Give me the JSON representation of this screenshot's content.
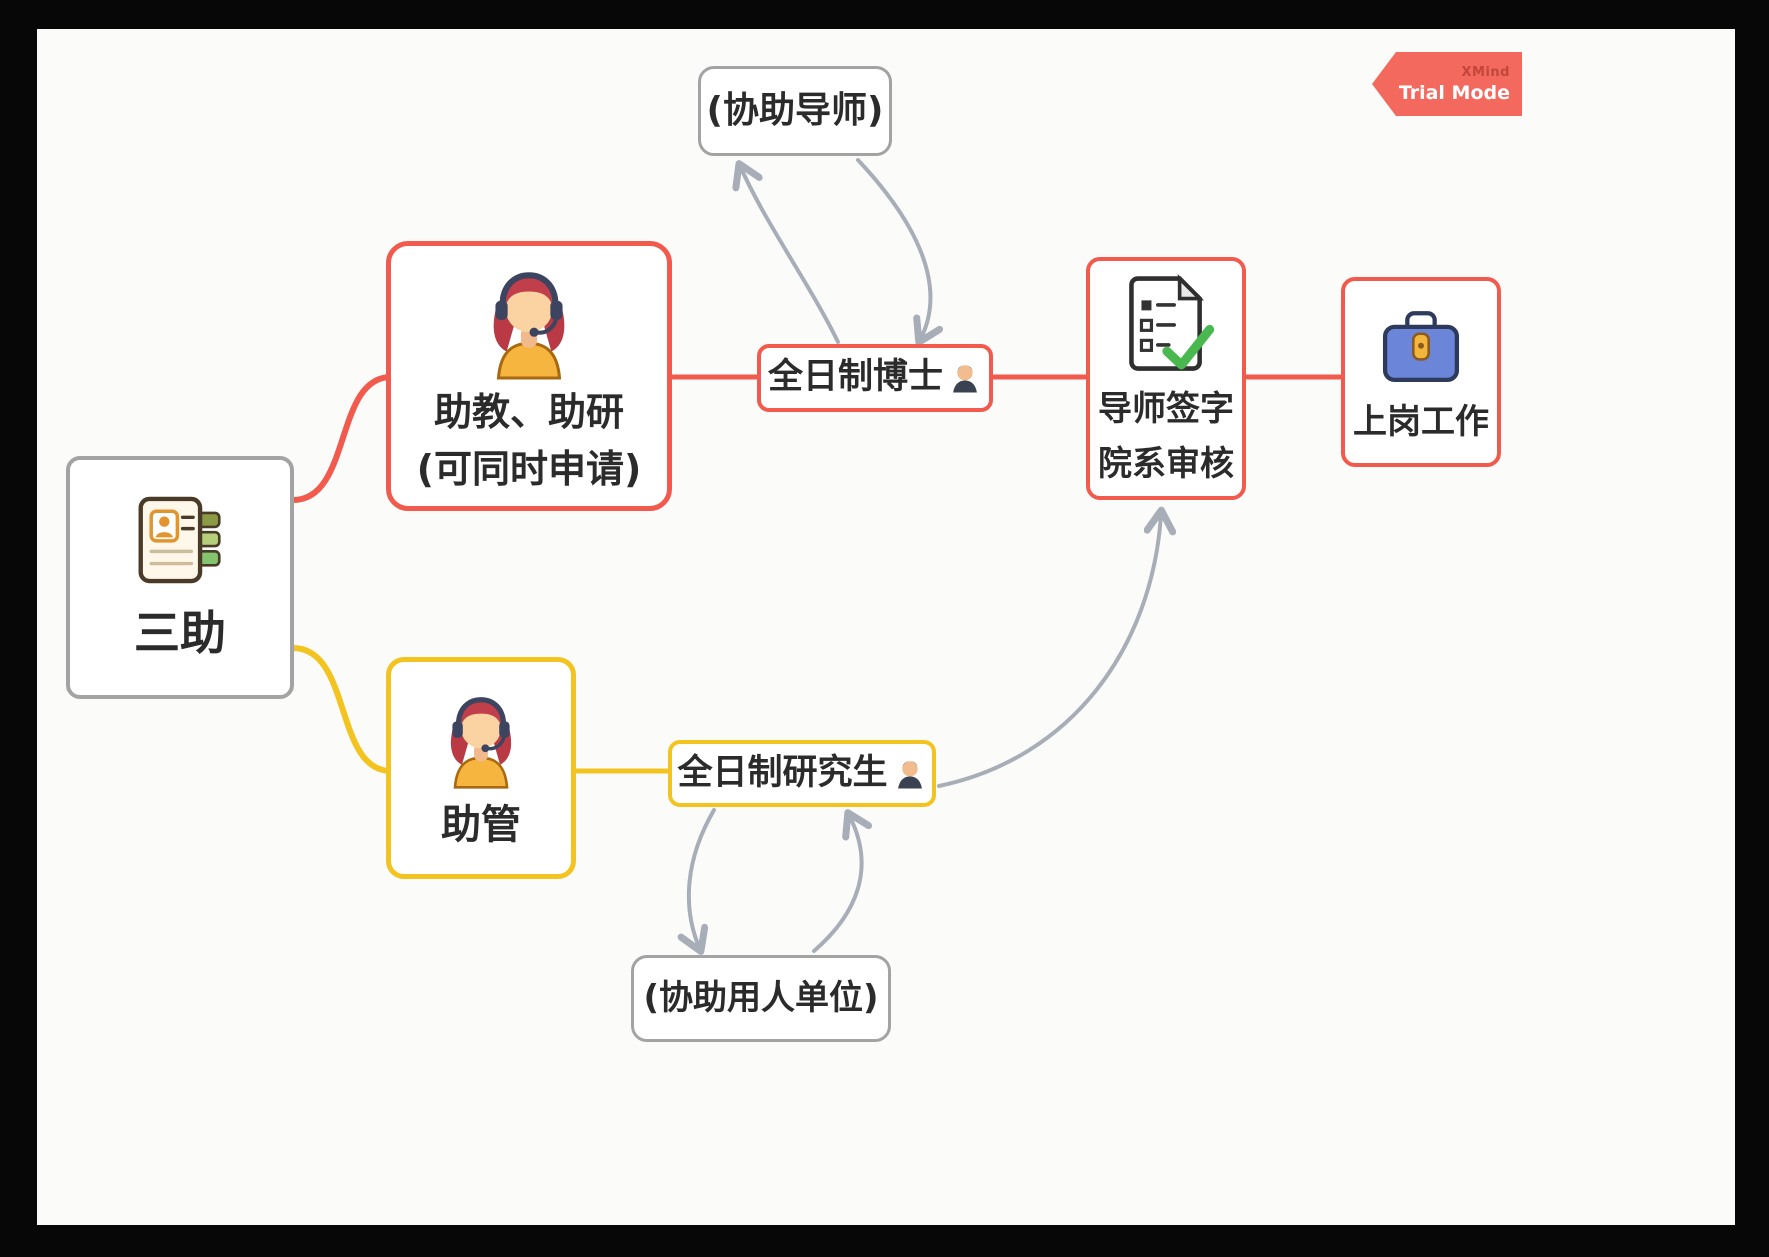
{
  "badge": {
    "brand": "XMind",
    "mode": "Trial Mode"
  },
  "colors": {
    "red": "#f15a4d",
    "yellow": "#f3c41f",
    "gray_border": "#a3a3a3",
    "arrow": "#a8aeb8",
    "text": "#2b2b2b",
    "canvas": "#fbfbfa",
    "badge_bg": "#f4695e"
  },
  "nodes": {
    "root": {
      "label": "三助",
      "icon": "id-card-icon"
    },
    "ta_ra": {
      "line1": "助教、助研",
      "line2": "(可同时申请)",
      "icon": "assistant-headset-icon"
    },
    "assist_supervisor": {
      "label": "(协助导师)"
    },
    "fulltime_phd": {
      "label": "全日制博士",
      "icon": "person-silhouette-icon"
    },
    "review": {
      "line1": "导师签字",
      "line2": "院系审核",
      "icon": "checklist-icon"
    },
    "start_work": {
      "label": "上岗工作",
      "icon": "briefcase-icon"
    },
    "admin": {
      "label": "助管",
      "icon": "assistant-headset-icon"
    },
    "fulltime_grad": {
      "label": "全日制研究生",
      "icon": "person-silhouette-icon"
    },
    "assist_employer": {
      "label": "(协助用人单位)"
    }
  },
  "edges": [
    {
      "from": "三助",
      "to": "助教、助研 (可同时申请)",
      "color": "red",
      "style": "curve"
    },
    {
      "from": "三助",
      "to": "助管",
      "color": "yellow",
      "style": "curve"
    },
    {
      "from": "助教、助研 (可同时申请)",
      "to": "全日制博士",
      "color": "red",
      "style": "line"
    },
    {
      "from": "全日制博士",
      "to": "导师签字 院系审核",
      "color": "red",
      "style": "line"
    },
    {
      "from": "导师签字 院系审核",
      "to": "上岗工作",
      "color": "red",
      "style": "line"
    },
    {
      "from": "助管",
      "to": "全日制研究生",
      "color": "yellow",
      "style": "line"
    },
    {
      "from": "全日制博士",
      "to": "(协助导师)",
      "color": "gray",
      "style": "arrow"
    },
    {
      "from": "(协助导师)",
      "to": "全日制博士",
      "color": "gray",
      "style": "arrow"
    },
    {
      "from": "全日制研究生",
      "to": "(协助用人单位)",
      "color": "gray",
      "style": "arrow"
    },
    {
      "from": "(协助用人单位)",
      "to": "全日制研究生",
      "color": "gray",
      "style": "arrow"
    },
    {
      "from": "全日制研究生",
      "to": "导师签字 院系审核",
      "color": "gray",
      "style": "arrow"
    }
  ]
}
